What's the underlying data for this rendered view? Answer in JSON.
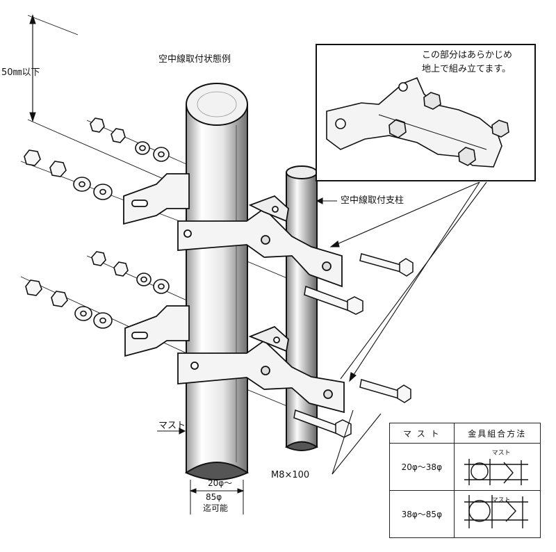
{
  "labels": {
    "height_limit": "50㎜以下",
    "example_title": "空中線取付状態例",
    "antenna_pole": "空中線取付支柱",
    "mast": "マスト",
    "bolt_size": "M8×100",
    "range_line1": "20φ～",
    "range_line2": "85φ",
    "range_line3": "迄可能"
  },
  "inset": {
    "note_line1": "この部分はあらかじめ",
    "note_line2": "地上で組み立てます。"
  },
  "table": {
    "col_mast": "マ ス ト",
    "col_method": "金具組合方法",
    "rows": [
      {
        "size": "20φ～38φ",
        "mast_tag": "マスト"
      },
      {
        "size": "38φ～85φ",
        "mast_tag": "マスト"
      }
    ]
  },
  "colors": {
    "ink": "#111111",
    "metal": "#f4f4f4",
    "shade": "#bdbdbd"
  }
}
